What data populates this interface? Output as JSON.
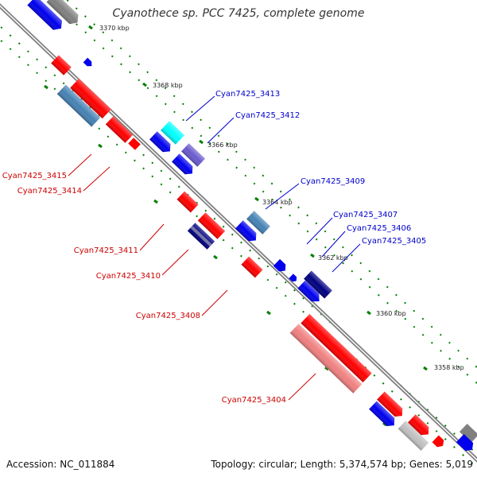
{
  "title": "Cyanothece sp. PCC 7425, complete genome",
  "accession_text": "Accession: NC_011884",
  "summary_text": "Topology: circular; Length: 5,374,574 bp; Genes: 5,019",
  "kbp_labels": [
    "3370 kbp",
    "3368 kbp",
    "3366 kbp",
    "3364 kbp",
    "3362 kbp",
    "3360 kbp",
    "3358 kbp"
  ],
  "gene_labels": {
    "g3413": "Cyan7425_3413",
    "g3412": "Cyan7425_3412",
    "g3415": "Cyan7425_3415",
    "g3414": "Cyan7425_3414",
    "g3409": "Cyan7425_3409",
    "g3407": "Cyan7425_3407",
    "g3406": "Cyan7425_3406",
    "g3405": "Cyan7425_3405",
    "g3411": "Cyan7425_3411",
    "g3410": "Cyan7425_3410",
    "g3408": "Cyan7425_3408",
    "g3404": "Cyan7425_3404"
  },
  "colors": {
    "red": "#ff0000",
    "pink": "#f08080",
    "blue": "#0000ee",
    "steel": "#4682b4",
    "cyan": "#00ffff",
    "slate": "#6a5acd",
    "navy": "#000080",
    "gray": "#808080",
    "lightgray": "#c0c0c0",
    "backbone": "#808080",
    "tick": "#008000",
    "label_red": "#cc0000",
    "label_blue": "#0000cc"
  }
}
